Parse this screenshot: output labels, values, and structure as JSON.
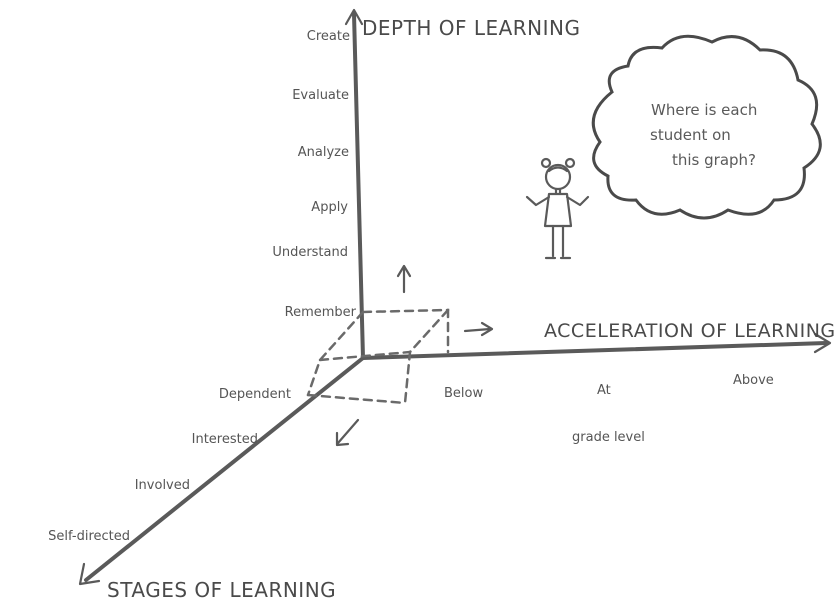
{
  "axes": {
    "depth": {
      "title": "DEPTH OF LEARNING",
      "levels": [
        "Create",
        "Evaluate",
        "Analyze",
        "Apply",
        "Understand",
        "Remember"
      ]
    },
    "acceleration": {
      "title": "ACCELERATION OF LEARNING",
      "levels": [
        "Below",
        "At",
        "Above"
      ],
      "sublabel": "grade level"
    },
    "stages": {
      "title": "STAGES OF LEARNING",
      "levels": [
        "Dependent",
        "Interested",
        "Involved",
        "Self-directed"
      ]
    }
  },
  "speech_bubble": {
    "lines": [
      "Where is each",
      "student on",
      "this graph?"
    ]
  },
  "colors": {
    "ink": "#5a5a5a",
    "background": "#ffffff"
  }
}
